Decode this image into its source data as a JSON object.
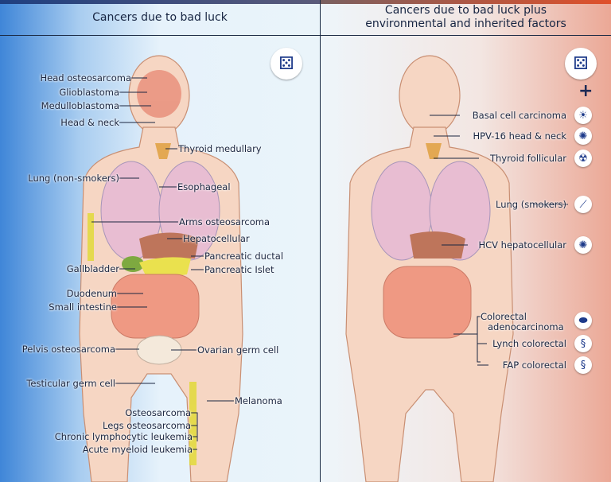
{
  "left": {
    "title": "Cancers due to bad luck",
    "labels": [
      "Head osteosarcoma",
      "Glioblastoma",
      "Medulloblastoma",
      "Head & neck",
      "Thyroid medullary",
      "Lung (non-smokers)",
      "Esophageal",
      "Arms osteosarcoma",
      "Hepatocellular",
      "Pancreatic ductal",
      "Pancreatic Islet",
      "Gallbladder",
      "Duodenum",
      "Small intestine",
      "Pelvis osteosarcoma",
      "Ovarian germ cell",
      "Testicular germ cell",
      "Melanoma",
      "Osteosarcoma",
      "Legs osteosarcoma",
      "Chronic lymphocytic leukemia",
      "Acute myeloid leukemia"
    ],
    "icon": "dice-icon"
  },
  "right": {
    "title_line1": "Cancers due to bad luck plus",
    "title_line2": "environmental and inherited factors",
    "plus": "+",
    "labels": [
      "Basal cell carcinoma",
      "HPV-16 head & neck",
      "Thyroid follicular",
      "Lung (smokers)",
      "HCV hepatocellular",
      "Colorectal",
      "adenocarcinoma",
      "Lynch colorectal",
      "FAP colorectal"
    ],
    "icons": [
      "dice-icon",
      "sun-icon",
      "virus-icon",
      "radiation-icon",
      "cigarette-icon",
      "virus-icon",
      "meat-icon",
      "dna-icon",
      "dna-icon"
    ]
  },
  "colors": {
    "left_accent": "#3f86d8",
    "right_accent": "#eba896",
    "text": "#1b2640"
  }
}
